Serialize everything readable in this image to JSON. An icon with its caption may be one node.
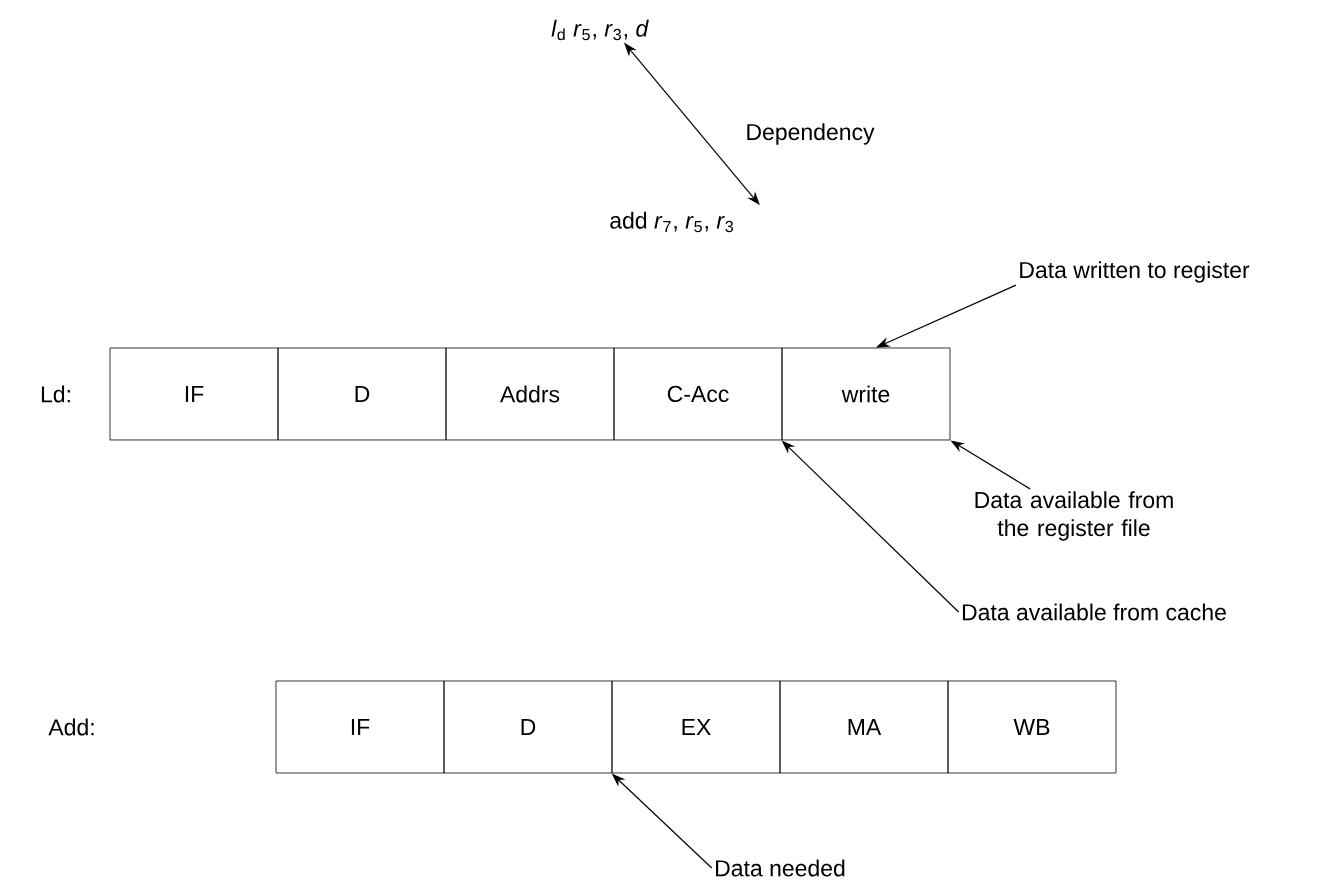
{
  "diagram": {
    "nodes": [
      {
        "text": [
          "*l*$_{d}$ *r*$_{5}$, *r*$_{3}$, *d*"
        ]
      },
      {
        "text": [
          "add *r*$_{7}$, *r*$_{5}$, *r*$_{3}$"
        ]
      },
      {
        "text": [
          "IF"
        ]
      },
      {
        "text": [
          "D"
        ]
      },
      {
        "text": [
          "Addrs"
        ]
      },
      {
        "text": [
          "C-Acc"
        ]
      },
      {
        "text": [
          "write"
        ]
      },
      {
        "text": [
          "IF"
        ]
      },
      {
        "text": [
          "D"
        ]
      },
      {
        "text": [
          "EX"
        ]
      },
      {
        "text": [
          "MA"
        ]
      },
      {
        "text": [
          "WB"
        ]
      },
      {
        "text": [
          "Data written to register"
        ]
      },
      {
        "text": [
          "Data available from the register file"
        ]
      },
      {
        "text": [
          "Data available from cache"
        ]
      },
      {
        "text": [
          "Data needed"
        ]
      }
    ],
    "edges": [
      {
        "from": 0,
        "to": 1,
        "arrow": "both",
        "label": "Dependency"
      },
      {
        "from": 12,
        "to": 6,
        "arrow": "to"
      },
      {
        "from": 13,
        "to": 6,
        "arrow": "to"
      },
      {
        "from": 14,
        "to": 6,
        "arrow": "to"
      },
      {
        "from": 15,
        "to": 9,
        "arrow": "to"
      }
    ],
    "labels": [
      "Ld:",
      "Add:"
    ]
  }
}
